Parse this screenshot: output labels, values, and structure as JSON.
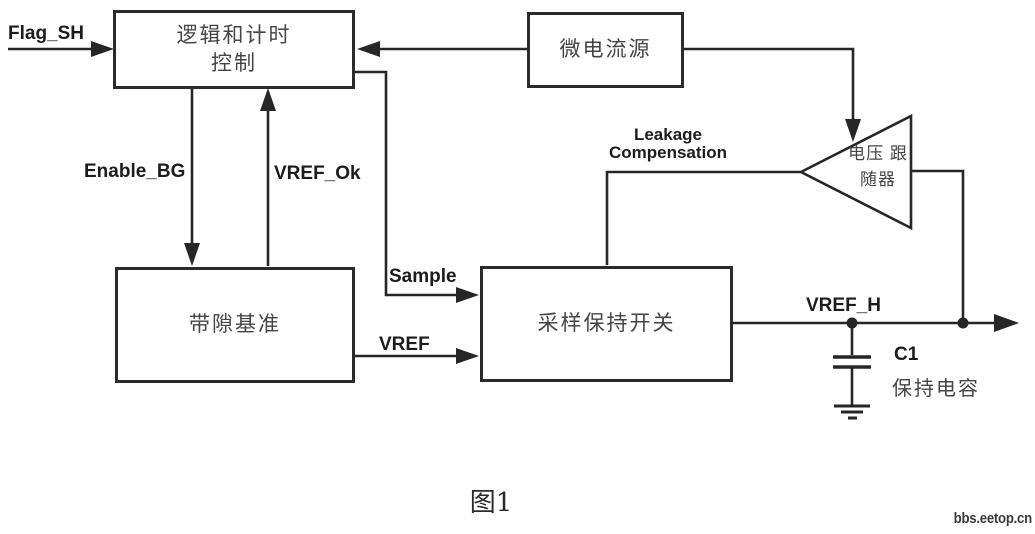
{
  "diagram": {
    "blocks": {
      "logic_timing": {
        "line1": "逻辑和计时",
        "line2": "控制"
      },
      "micro_current": {
        "label": "微电流源"
      },
      "bandgap": {
        "label": "带隙基准"
      },
      "sample_hold": {
        "label": "采样保持开关"
      },
      "voltage_follower": {
        "line1": "电压",
        "line2": "跟随器"
      }
    },
    "signals": {
      "flag_sh": "Flag_SH",
      "enable_bg": "Enable_BG",
      "vref_ok": "VREF_Ok",
      "sample": "Sample",
      "vref": "VREF",
      "leakage_line1": "Leakage",
      "leakage_line2": "Compensation",
      "vref_h": "VREF_H"
    },
    "capacitor": {
      "name": "C1",
      "desc": "保持电容"
    },
    "caption": "图1",
    "watermark": "bbs.eetop.cn",
    "colors": {
      "wire": "#262626",
      "box_border": "#2b2b2b",
      "background": "#ffffff"
    }
  }
}
